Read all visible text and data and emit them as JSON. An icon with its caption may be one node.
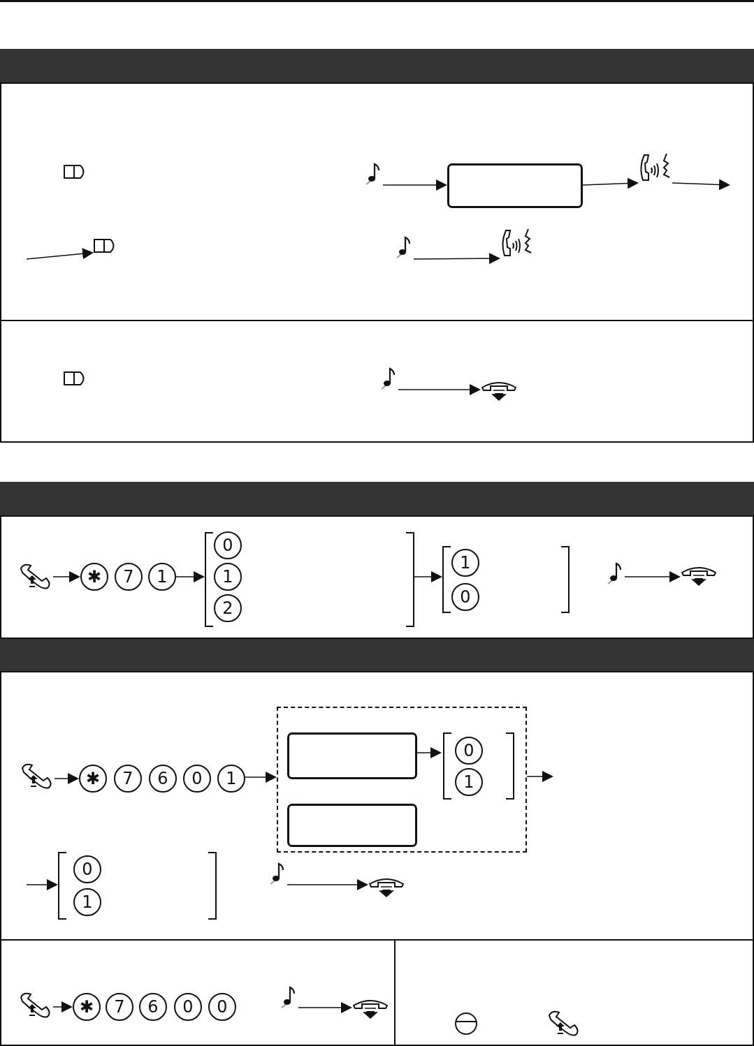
{
  "diagram": {
    "nodes": [
      {
        "text": [],
        "shape": "picture"
      },
      {
        "text": [],
        "shape": "box"
      },
      {
        "text": [],
        "shape": "picture"
      },
      {
        "text": [],
        "shape": "picture"
      },
      {
        "text": [],
        "shape": "picture"
      },
      {
        "text": [],
        "shape": "picture"
      },
      {
        "text": [],
        "shape": "picture"
      },
      {
        "text": [],
        "shape": "picture"
      },
      {
        "text": [],
        "shape": "picture"
      },
      {
        "text": [
          "✱"
        ]
      },
      {
        "text": [
          "7"
        ]
      },
      {
        "text": [
          "1"
        ]
      },
      {
        "text": [],
        "shape": "bracket"
      },
      {
        "text": [
          "0"
        ],
        "in": 12
      },
      {
        "text": [
          "1"
        ],
        "in": 12
      },
      {
        "text": [
          "2"
        ],
        "in": 12
      },
      {
        "text": [],
        "shape": "bracket"
      },
      {
        "text": [
          "1"
        ],
        "in": 16
      },
      {
        "text": [
          "0"
        ],
        "in": 16
      },
      {
        "text": [],
        "shape": "picture"
      },
      {
        "text": [],
        "shape": "picture"
      },
      {
        "text": [],
        "shape": "picture"
      },
      {
        "text": [
          "✱"
        ]
      },
      {
        "text": [
          "7"
        ]
      },
      {
        "text": [
          "6"
        ]
      },
      {
        "text": [
          "0"
        ]
      },
      {
        "text": [
          "1"
        ]
      },
      {
        "text": [],
        "shape": "box"
      },
      {
        "text": [],
        "shape": "box",
        "in": 27
      },
      {
        "text": [],
        "shape": "bracket",
        "in": 27
      },
      {
        "text": [
          "0"
        ],
        "in": 29
      },
      {
        "text": [
          "1"
        ],
        "in": 29
      },
      {
        "text": [],
        "shape": "box",
        "in": 27
      },
      {
        "text": [],
        "shape": "bracket"
      },
      {
        "text": [
          "0"
        ],
        "in": 33
      },
      {
        "text": [
          "1"
        ],
        "in": 33
      },
      {
        "text": [],
        "shape": "picture"
      },
      {
        "text": [],
        "shape": "picture"
      },
      {
        "text": [],
        "shape": "picture"
      },
      {
        "text": [
          "✱"
        ]
      },
      {
        "text": [
          "7"
        ]
      },
      {
        "text": [
          "6"
        ]
      },
      {
        "text": [
          "0"
        ]
      },
      {
        "text": [
          "0"
        ]
      },
      {
        "text": [],
        "shape": "picture"
      },
      {
        "text": [],
        "shape": "picture"
      }
    ],
    "edges": [
      {
        "from": 0,
        "to": 1,
        "arrow": "to"
      },
      {
        "from": 1,
        "to": 2,
        "arrow": "to"
      },
      {
        "from": 2,
        "to": null,
        "arrow": "to"
      },
      {
        "from": null,
        "to": 3,
        "arrow": "to"
      },
      {
        "from": 4,
        "to": 5,
        "arrow": "to"
      },
      {
        "from": 6,
        "to": 7,
        "arrow": "to"
      },
      {
        "from": 8,
        "to": 9,
        "arrow": "to"
      },
      {
        "from": 11,
        "to": 12,
        "arrow": "to"
      },
      {
        "from": 12,
        "to": 16,
        "arrow": "to"
      },
      {
        "from": 19,
        "to": 20,
        "arrow": "to"
      },
      {
        "from": 21,
        "to": 22,
        "arrow": "to"
      },
      {
        "from": 26,
        "to": 27,
        "arrow": "to"
      },
      {
        "from": 28,
        "to": 29,
        "arrow": "to"
      },
      {
        "from": 27,
        "to": null,
        "arrow": "to"
      },
      {
        "from": null,
        "to": 33,
        "arrow": "to"
      },
      {
        "from": 36,
        "to": 37,
        "arrow": "to"
      },
      {
        "from": 38,
        "to": 39,
        "arrow": "to"
      },
      {
        "from": 44,
        "to": 45,
        "arrow": "to"
      }
    ]
  }
}
